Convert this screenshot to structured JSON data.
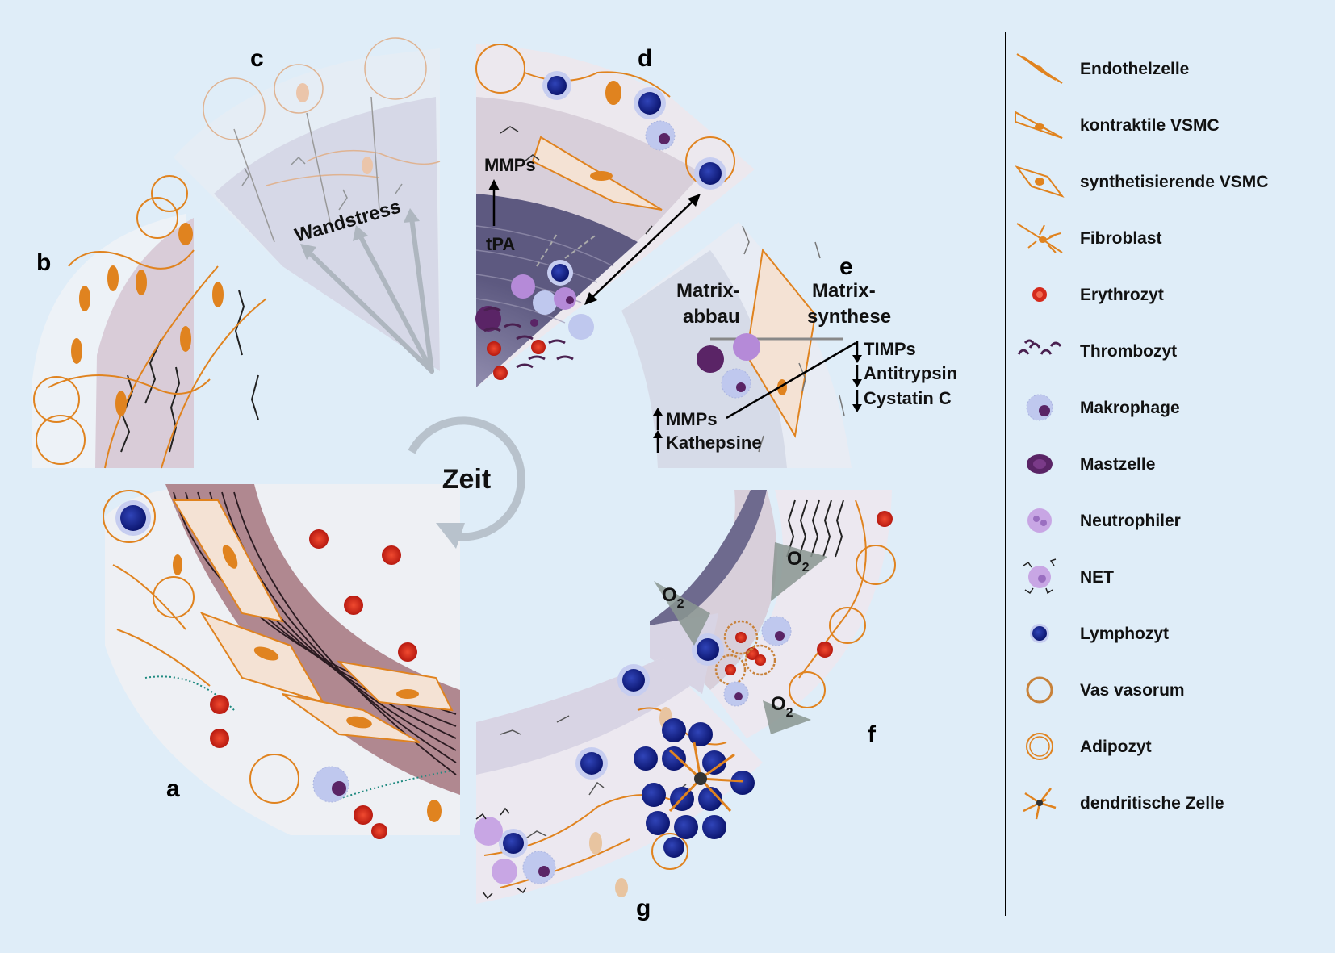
{
  "segments": {
    "a": "a",
    "b": "b",
    "c": "c",
    "d": "d",
    "e": "e",
    "f": "f",
    "g": "g"
  },
  "center": {
    "label": "Zeit"
  },
  "labels": {
    "wandstress": "Wandstress",
    "mmps_d": "MMPs",
    "tpa": "tPA",
    "matrix_abbau_1": "Matrix-",
    "matrix_abbau_2": "abbau",
    "matrix_synthese_1": "Matrix-",
    "matrix_synthese_2": "synthese",
    "timps": "TIMPs",
    "antitrypsin": "Antitrypsin",
    "cystatin": "Cystatin C",
    "mmps_e": "MMPs",
    "kathepsine": "Kathepsine",
    "o2_base": "O",
    "o2_sub": "2"
  },
  "legend": [
    {
      "label": "Endothelzelle",
      "icon": "endothelial-cell-icon"
    },
    {
      "label": "kontraktile VSMC",
      "icon": "contractile-vsmc-icon"
    },
    {
      "label": "synthetisierende VSMC",
      "icon": "synthetic-vsmc-icon"
    },
    {
      "label": "Fibroblast",
      "icon": "fibroblast-icon"
    },
    {
      "label": "Erythrozyt",
      "icon": "erythrocyte-icon"
    },
    {
      "label": "Thrombozyt",
      "icon": "thrombocyte-icon"
    },
    {
      "label": "Makrophage",
      "icon": "macrophage-icon"
    },
    {
      "label": "Mastzelle",
      "icon": "mast-cell-icon"
    },
    {
      "label": "Neutrophiler",
      "icon": "neutrophil-icon"
    },
    {
      "label": "NET",
      "icon": "net-icon"
    },
    {
      "label": "Lymphozyt",
      "icon": "lymphocyte-icon"
    },
    {
      "label": "Vas vasorum",
      "icon": "vas-vasorum-icon"
    },
    {
      "label": "Adipozyt",
      "icon": "adipocyte-icon"
    },
    {
      "label": "dendritische Zelle",
      "icon": "dendritic-cell-icon"
    }
  ],
  "colors": {
    "background": "#dfedf8",
    "orange": "#e0831f",
    "wall_pink": "#d8c4cc",
    "media_brown": "#b58a90",
    "lumen_purple": "#6e6a8e",
    "lymphocyte": "#1a2a8c",
    "erythrocyte": "#d42a1c",
    "neutrophil": "#b58ad8",
    "mast": "#5a2466"
  }
}
